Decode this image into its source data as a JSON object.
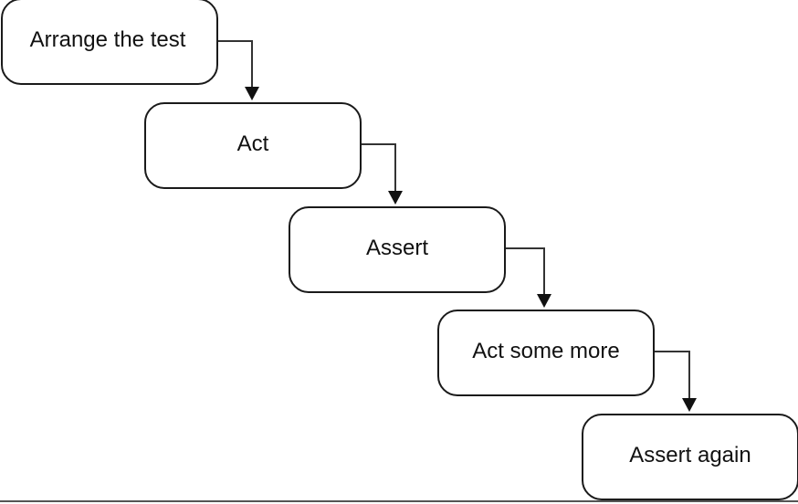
{
  "diagram": {
    "steps": [
      {
        "label": "Arrange the test"
      },
      {
        "label": "Act"
      },
      {
        "label": "Assert"
      },
      {
        "label": "Act some more"
      },
      {
        "label": "Assert again"
      }
    ]
  }
}
